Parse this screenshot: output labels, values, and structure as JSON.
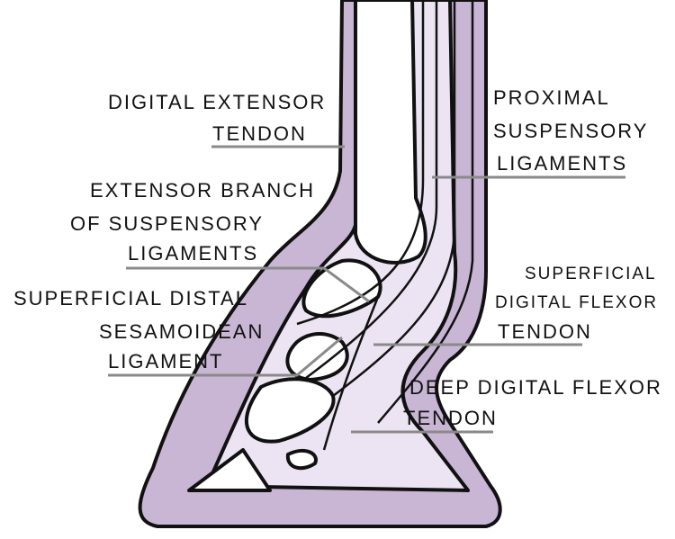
{
  "labels": {
    "digital_extensor": [
      "DIGITAL EXTENSOR",
      "TENDON"
    ],
    "proximal_suspensory": [
      "PROXIMAL",
      "SUSPENSORY",
      "LIGAMENTS"
    ],
    "extensor_branch": [
      "EXTENSOR BRANCH",
      "OF SUSPENSORY",
      "LIGAMENTS"
    ],
    "superficial_distal": [
      "SUPERFICIAL DISTAL",
      "SESAMOIDEAN",
      "LIGAMENT"
    ],
    "superficial_digital_flexor": [
      "SUPERFICIAL",
      "DIGITAL FLEXOR",
      "TENDON"
    ],
    "deep_digital_flexor": [
      "DEEP DIGITAL FLEXOR",
      "TENDON"
    ]
  },
  "colors": {
    "tissue": "#c8b6d4",
    "tendon": "#ece4f3",
    "outline": "#111111",
    "leader": "#8a8a8a"
  }
}
